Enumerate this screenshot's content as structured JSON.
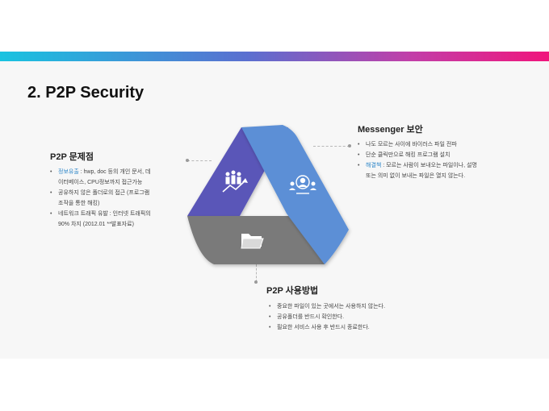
{
  "title": "2. P2P Security",
  "colors": {
    "gradient": [
      "#19c3e0",
      "#5a6fd0",
      "#c23ea8",
      "#f0157c"
    ],
    "left_segment": "#5a56b8",
    "right_segment": "#5b8fd6",
    "bottom_segment": "#7a7a7a",
    "highlight": "#2e86c8"
  },
  "diagram": {
    "segments": [
      {
        "name": "left",
        "icon": "people-growth-icon"
      },
      {
        "name": "right",
        "icon": "team-network-icon"
      },
      {
        "name": "bottom",
        "icon": "folder-icon"
      }
    ]
  },
  "left_section": {
    "heading": "P2P 문제점",
    "item1_label": "정보유출",
    "item1_text": " : hwp, doc 등의 개인 문서, 데",
    "item1_cont": "이터베이스, CPU정보까지 접근가능",
    "item2_text": "공유하지 않은 폴더로의 접근 (프로그램",
    "item2_cont": "조작을 통한 해킹)",
    "item3_text": "네트워크 트래픽 유발 : 인터넷 트래픽의",
    "item3_cont": "90% 차지 (2012.01 **발표자료)"
  },
  "right_section": {
    "heading": "Messenger 보안",
    "item1_text": "나도 모르는 사이에 바이러스 파일 전파",
    "item2_text": "단순 클릭만으로 해킹 프로그램 설치",
    "item3_label": "해결책",
    "item3_text": " : 모르는 사람이 보내오는 파일이나, 설명",
    "item3_cont": "또는 의미 없이 보내는 파일은 열지 않는다."
  },
  "bottom_section": {
    "heading": "P2P 사용방법",
    "items": [
      "중요한 파일이 있는 곳에서는 사용하지 않는다.",
      "공유폴더를 반드시 확인한다.",
      "필요한 서비스 사용 후 반드시 종료한다."
    ]
  }
}
